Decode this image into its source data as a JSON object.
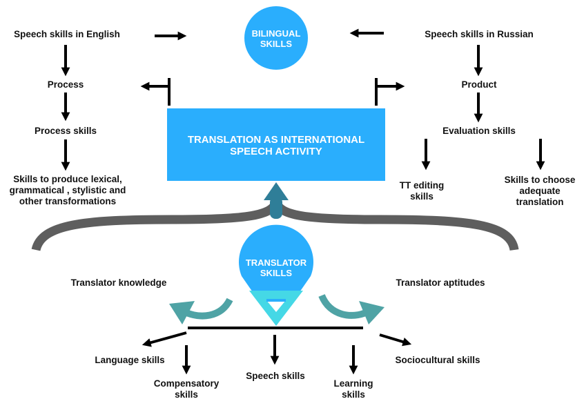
{
  "colors": {
    "blue": "#2aaefd",
    "cyan": "#45d8e6",
    "teal": "#4fa3a5",
    "darkteal": "#2f7e98",
    "gray": "#5e5e5e",
    "black": "#000000"
  },
  "center": {
    "bilingual": "BILINGUAL\nSKILLS",
    "main": "TRANSLATION AS INTERNATIONAL\nSPEECH ACTIVITY",
    "translator": "TRANSLATOR\nSKILLS"
  },
  "left": {
    "top": "Speech skills in English",
    "step1": "Process",
    "step2": "Process skills",
    "step3": "Skills to produce lexical,\ngrammatical , stylistic and\nother transformations"
  },
  "right": {
    "top": "Speech skills in Russian",
    "step1": "Product",
    "step2": "Evaluation skills",
    "leaf1": "TT editing\nskills",
    "leaf2": "Skills to choose\nadequate\ntranslation"
  },
  "bottom": {
    "knowledge": "Translator knowledge",
    "aptitudes": "Translator aptitudes",
    "language": "Language skills",
    "compensatory": "Compensatory\nskills",
    "speech": "Speech skills",
    "learning": "Learning\nskills",
    "sociocultural": "Sociocultural skills"
  }
}
